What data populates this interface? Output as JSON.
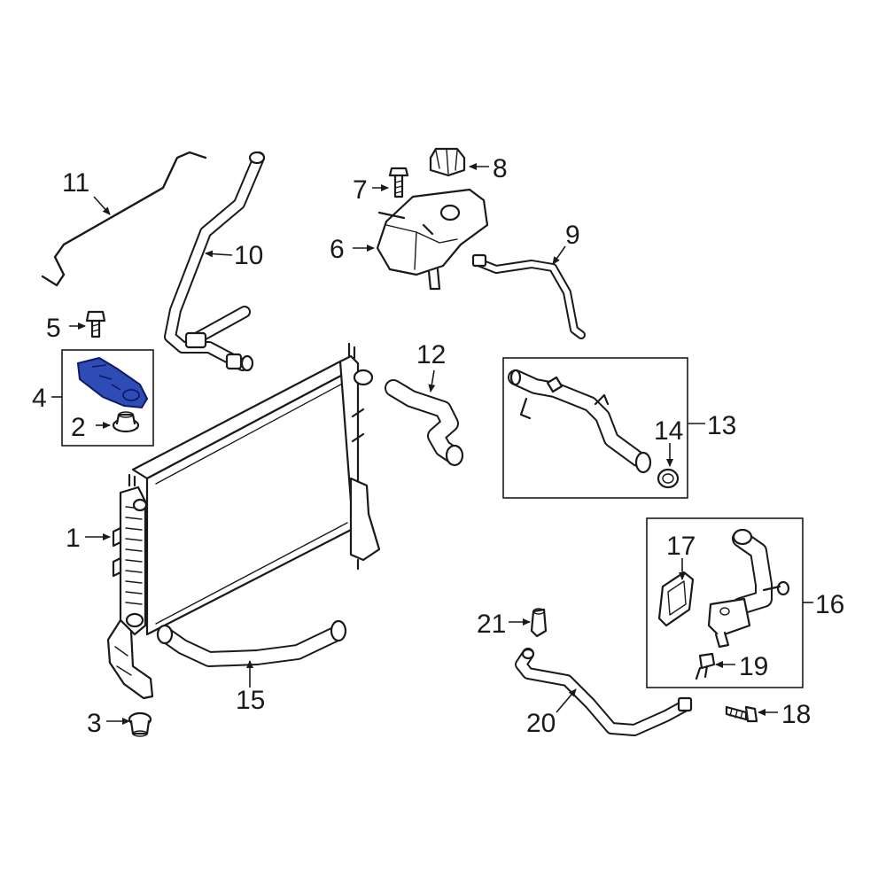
{
  "callouts": {
    "c1": "1",
    "c2": "2",
    "c3": "3",
    "c4": "4",
    "c5": "5",
    "c6": "6",
    "c7": "7",
    "c8": "8",
    "c9": "9",
    "c10": "10",
    "c11": "11",
    "c12": "12",
    "c13": "13",
    "c14": "14",
    "c15": "15",
    "c16": "16",
    "c17": "17",
    "c18": "18",
    "c19": "19",
    "c20": "20",
    "c21": "21"
  },
  "highlight": {
    "part": "4",
    "color": "#2f4bb5"
  }
}
